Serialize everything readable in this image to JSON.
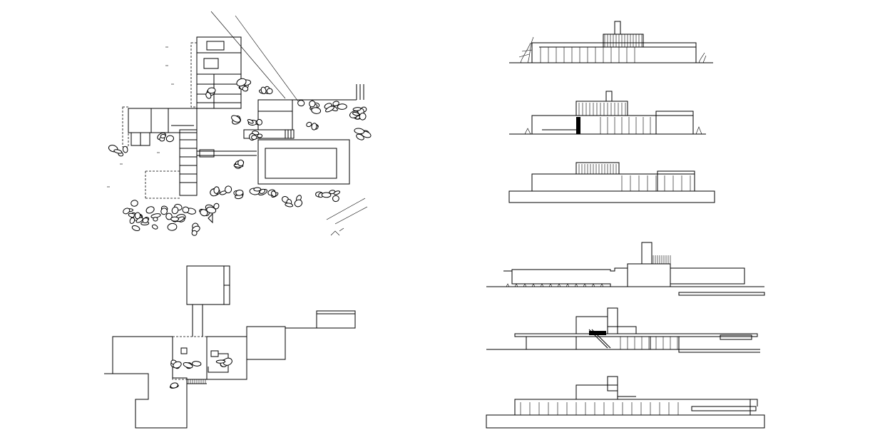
{
  "drawing": {
    "colors": {
      "background": "#ffffff",
      "line": "#000000"
    },
    "views": [
      {
        "id": "site-plan",
        "type": "floor-plan"
      },
      {
        "id": "roof-plan",
        "type": "roof-outline-plan"
      },
      {
        "id": "elevation-1",
        "type": "elevation"
      },
      {
        "id": "elevation-2",
        "type": "elevation"
      },
      {
        "id": "elevation-3",
        "type": "elevation"
      },
      {
        "id": "section-1",
        "type": "section"
      },
      {
        "id": "section-2",
        "type": "section"
      },
      {
        "id": "section-3",
        "type": "section"
      }
    ]
  }
}
